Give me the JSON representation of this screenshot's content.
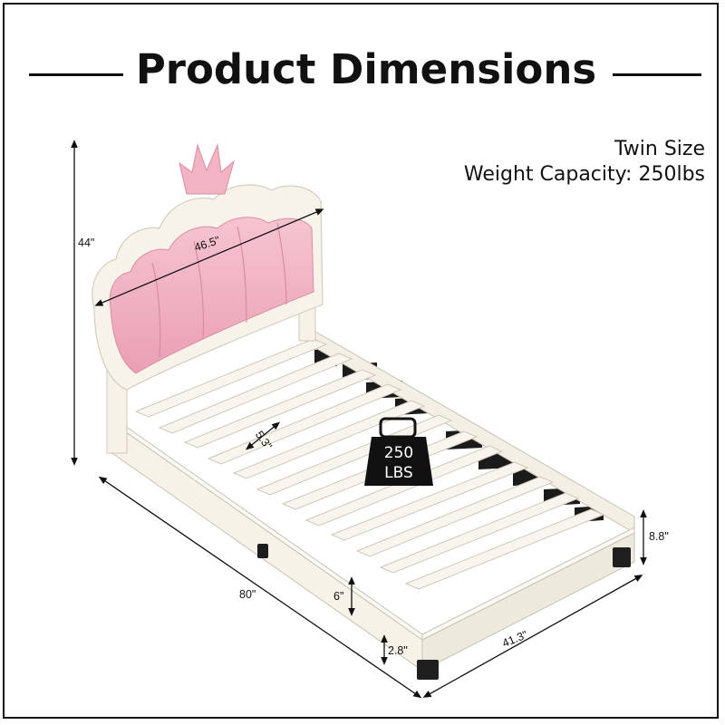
{
  "header": {
    "title": "Product Dimensions"
  },
  "specs": {
    "size": "Twin Size",
    "weight_capacity": "Weight Capacity: 250lbs"
  },
  "dimensions": {
    "overall_height": "44\"",
    "headboard_width": "46.5\"",
    "slat_gap": "5.3\"",
    "length": "80\"",
    "width": "41.3\"",
    "frame_height": "8.8\"",
    "side_rail_height": "6\"",
    "leg_height": "2.8\""
  },
  "badge": {
    "line1": "250",
    "line2": "LBS"
  },
  "colors": {
    "headboard_pink": "#f2b3c3",
    "frame_white": "#f6f2e8",
    "slat_shadow": "#1a1a1a",
    "ink": "#111111"
  }
}
